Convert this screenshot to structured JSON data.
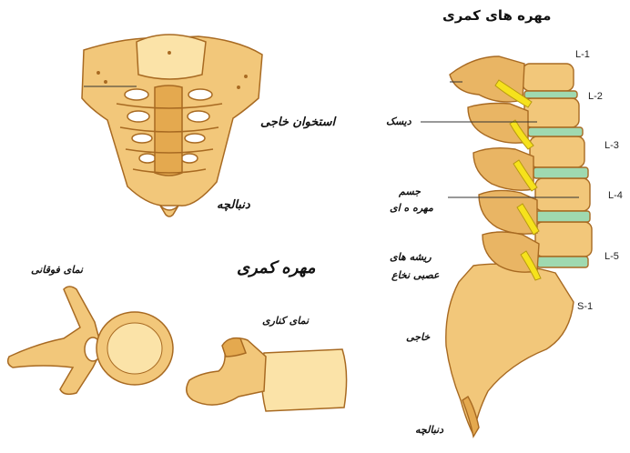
{
  "colors": {
    "bone": "#f2c77a",
    "bone_light": "#fbe3a8",
    "bone_dark": "#c98a34",
    "outline": "#a86a22",
    "disc": "#9fd9b0",
    "nerve": "#f6e21c",
    "nerve_outline": "#b79a10"
  },
  "labels": {
    "lumbar_vertebrae_title": "مهره های کمری",
    "sacrum": "استخوان خاجی",
    "coccyx_top": "دنبالچه",
    "lumbar_vertebra_title": "مهره کمری",
    "top_view": "نمای فوقانی",
    "side_view": "نمای کناری",
    "disc": "دیسک",
    "vertebral_body_line1": "جسم",
    "vertebral_body_line2": "مهره ه ای",
    "nerve_roots_line1": "ریشه های",
    "nerve_roots_line2": "عصبی نخاع",
    "sacrum_side": "خاجی",
    "coccyx_bottom": "دنبالچه"
  },
  "levels": [
    "L-1",
    "L-2",
    "L-3",
    "L-4",
    "L-5",
    "S-1"
  ]
}
